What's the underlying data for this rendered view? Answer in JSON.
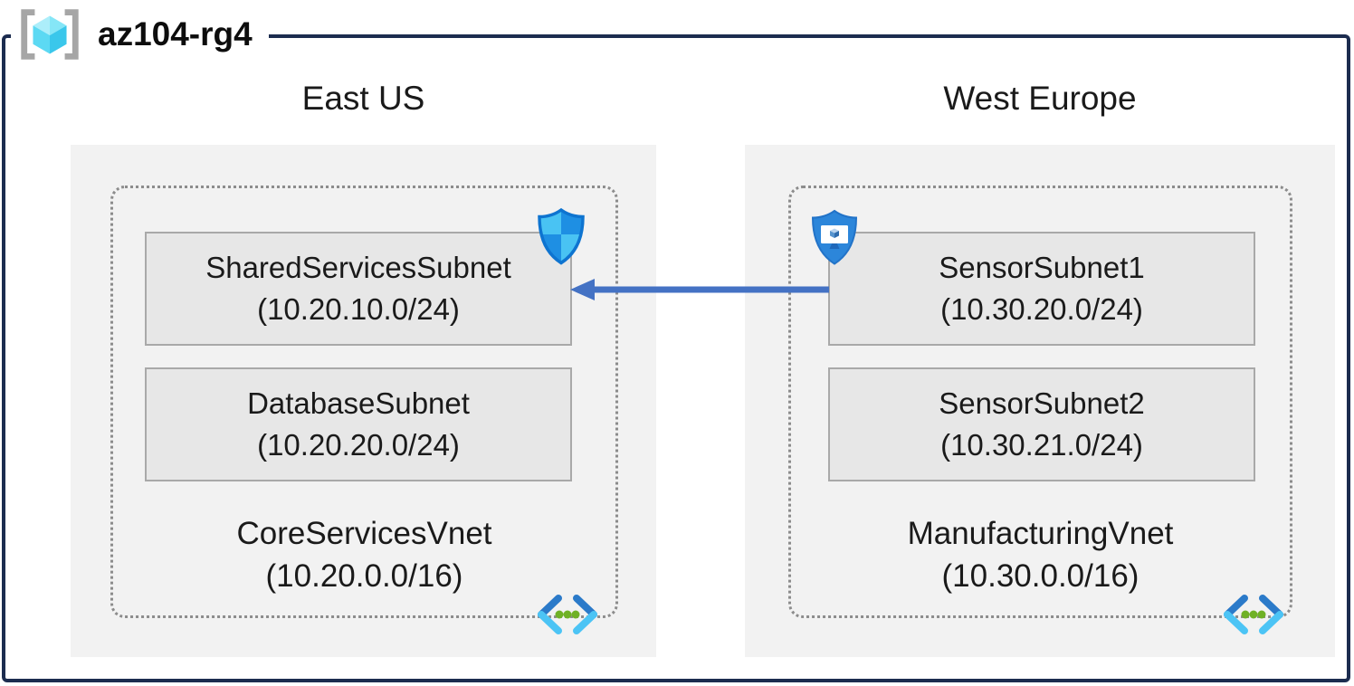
{
  "resource_group": {
    "name": "az104-rg4",
    "icon": "resource-group-icon"
  },
  "regions": [
    {
      "name": "East US",
      "vnet": {
        "name": "CoreServicesVnet",
        "cidr": "(10.20.0.0/16)",
        "icon": "virtual-network-icon"
      },
      "subnets": [
        {
          "name": "SharedServicesSubnet",
          "cidr": "(10.20.10.0/24)",
          "badge_icon": "network-security-group-shield-icon"
        },
        {
          "name": "DatabaseSubnet",
          "cidr": "(10.20.20.0/24)"
        }
      ]
    },
    {
      "name": "West Europe",
      "vnet": {
        "name": "ManufacturingVnet",
        "cidr": "(10.30.0.0/16)",
        "icon": "virtual-network-icon"
      },
      "subnets": [
        {
          "name": "SensorSubnet1",
          "cidr": "(10.30.20.0/24)",
          "badge_icon": "application-security-group-shield-monitor-icon"
        },
        {
          "name": "SensorSubnet2",
          "cidr": "(10.30.21.0/24)"
        }
      ]
    }
  ],
  "connection": {
    "from": "SensorSubnet1",
    "to": "SharedServicesSubnet",
    "direction": "right-to-left",
    "color": "#4472c4"
  },
  "colors": {
    "outer_border": "#1c2c4f",
    "region_fill": "#f2f2f2",
    "subnet_fill": "#e7e7e7",
    "subnet_border": "#a9a9a9",
    "dotted_border": "#8c8c8c",
    "arrow_blue": "#4472c4",
    "shield_light": "#49c3f3",
    "shield_blue": "#1e8fe3",
    "shield_outline": "#0e74d0",
    "asg_fill": "#2c86da",
    "vnet_chevron_dark": "#2b7ac9",
    "vnet_chevron_light": "#4cc4f5",
    "vnet_dot_green": "#6fb125",
    "rg_bracket_gray": "#a6a6a6",
    "rg_cube_cyan": "#5cd9f3"
  }
}
